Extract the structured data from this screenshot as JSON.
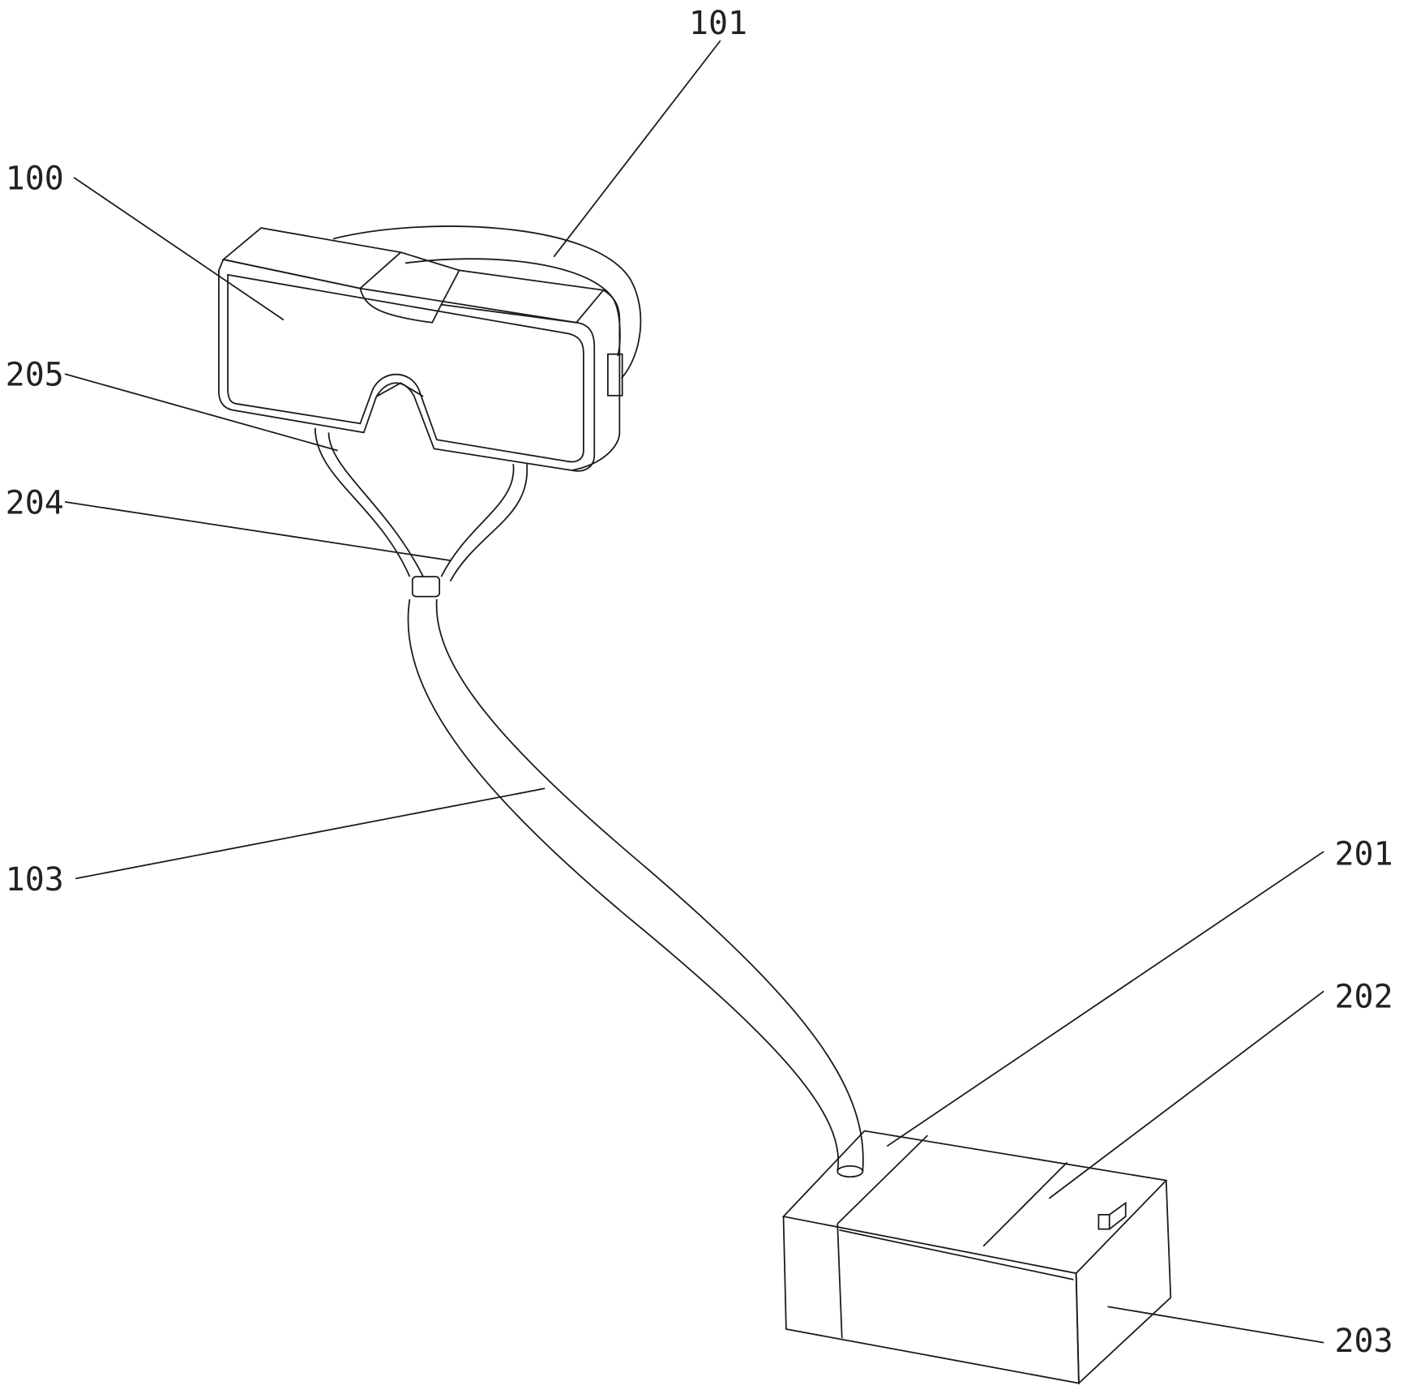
{
  "labels": {
    "l100": "100",
    "l101": "101",
    "l205": "205",
    "l204": "204",
    "l103": "103",
    "l201": "201",
    "l202": "202",
    "l203": "203"
  }
}
